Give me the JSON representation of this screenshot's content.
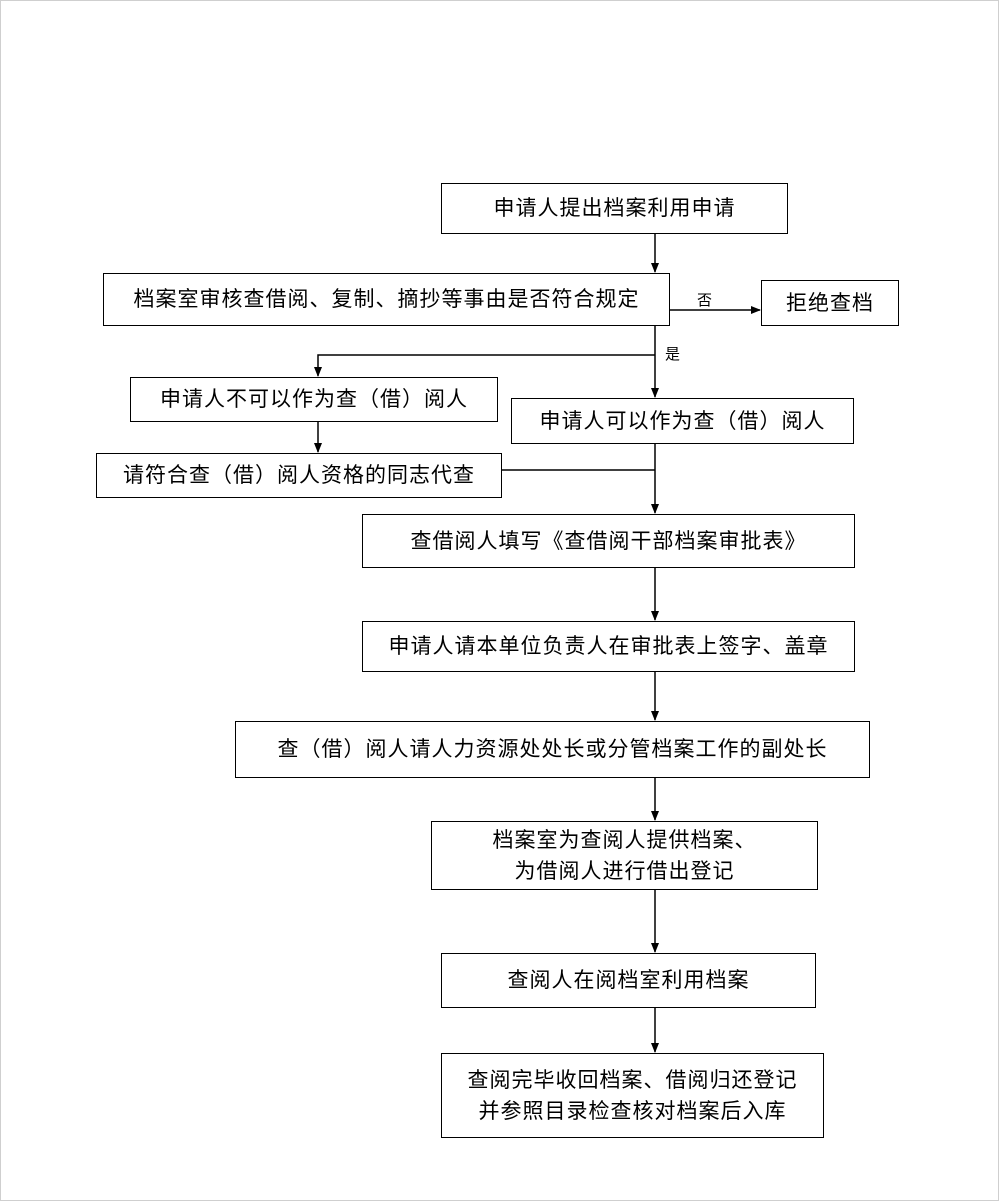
{
  "nodes": {
    "apply": "申请人提出档案利用申请",
    "review": "档案室审核查借阅、复制、摘抄等事由是否符合规定",
    "reject": "拒绝查档",
    "cannot": "申请人不可以作为查（借）阅人",
    "can": "申请人可以作为查（借）阅人",
    "proxy": "请符合查（借）阅人资格的同志代查",
    "fill": "查借阅人填写《查借阅干部档案审批表》",
    "sign": "申请人请本单位负责人在审批表上签字、盖章",
    "approve": "查（借）阅人请人力资源处处长或分管档案工作的副处长",
    "provide_line1": "档案室为查阅人提供档案、",
    "provide_line2": "为借阅人进行借出登记",
    "use": "查阅人在阅档室利用档案",
    "return_line1": "查阅完毕收回档案、借阅归还登记",
    "return_line2": "并参照目录检查核对档案后入库"
  },
  "labels": {
    "no": "否",
    "yes": "是"
  },
  "colors": {
    "line": "#000000",
    "background": "#ffffff"
  }
}
